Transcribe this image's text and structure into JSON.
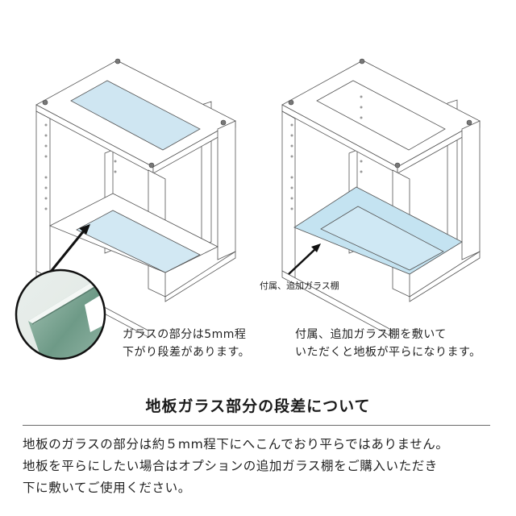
{
  "illustrations": {
    "left": {
      "name": "cabinet-with-recessed-glass-floor",
      "callout_caption": [
        "ガラスの部分は5mm程",
        "下がり段差があります。"
      ]
    },
    "right": {
      "name": "cabinet-with-additional-glass-shelf",
      "pointer_label": "付属、追加ガラス棚",
      "caption": [
        "付属、追加ガラス棚を敷いて",
        "いただくと地板が平らになります。"
      ]
    }
  },
  "section": {
    "title": "地板ガラス部分の段差について",
    "body": [
      "地板のガラスの部分は約５mm程下にへこんでおり平らではありません。",
      "地板を平らにしたい場合はオプションの追加ガラス棚をご購入いただき",
      "下に敷いてご使用ください。"
    ]
  },
  "colors": {
    "glass": "#cfe6f2",
    "glass_floor_shelf": "#c4e3f1",
    "frame": "#ffffff",
    "outline": "#555555",
    "divider": "#6a6a6a"
  }
}
